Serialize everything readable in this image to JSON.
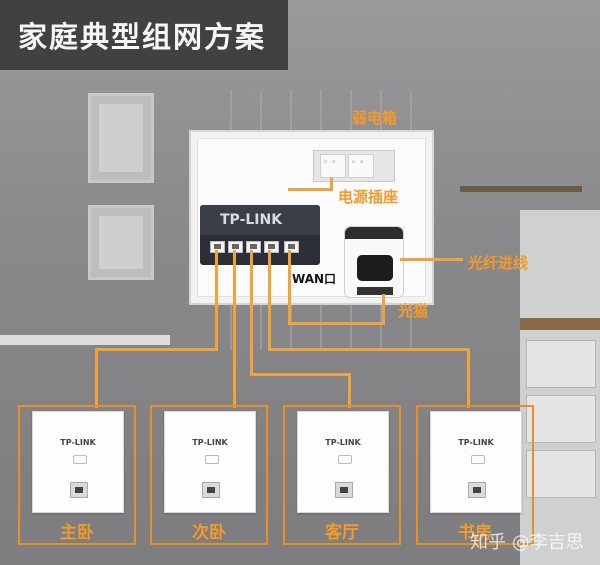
{
  "title": "家庭典型组网方案",
  "labels": {
    "weak_box": "弱电箱",
    "power_socket": "电源插座",
    "fiber_in": "光纤进线",
    "wan_port": "WAN口",
    "optical_modem": "光猫"
  },
  "switch": {
    "brand": "TP-LINK"
  },
  "panels": [
    {
      "brand": "TP-LINK",
      "room": "主卧"
    },
    {
      "brand": "TP-LINK",
      "room": "次卧"
    },
    {
      "brand": "TP-LINK",
      "room": "客厅"
    },
    {
      "brand": "TP-LINK",
      "room": "书房"
    }
  ],
  "watermark": "知乎 @李吉思",
  "colors": {
    "accent": "#f39a2b",
    "wire": "#f0a33c"
  }
}
